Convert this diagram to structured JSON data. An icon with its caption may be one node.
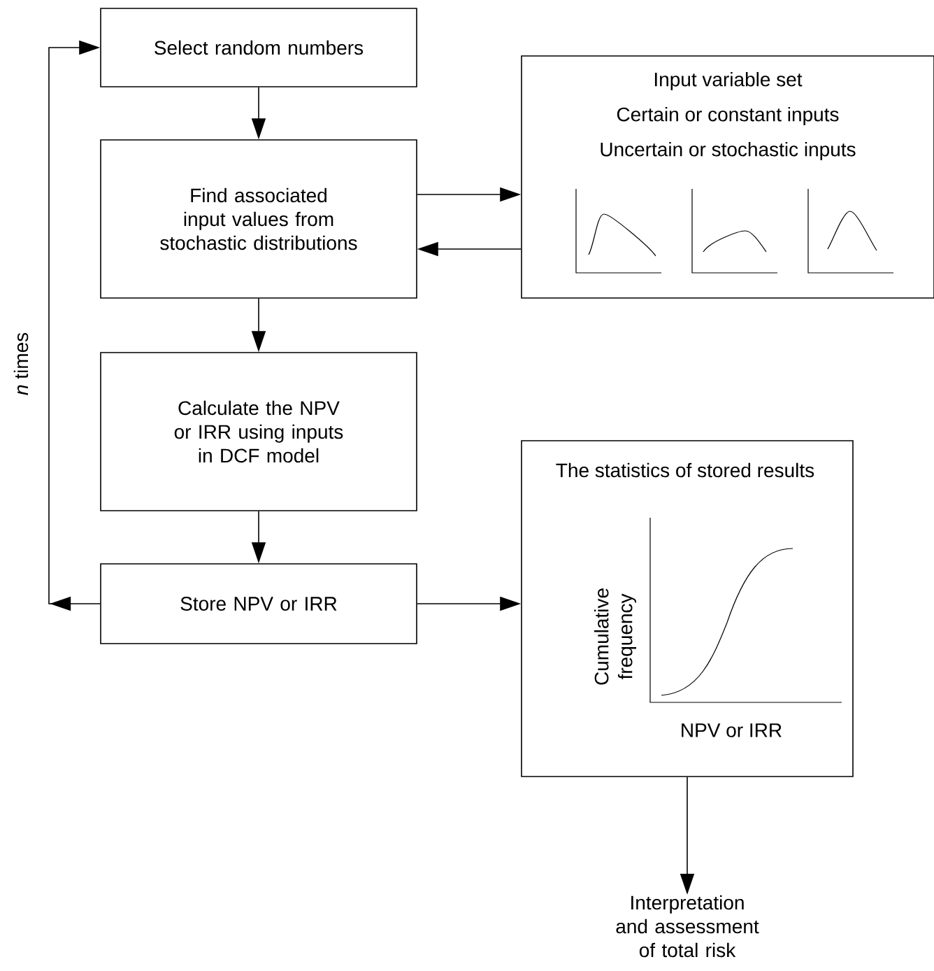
{
  "diagram": {
    "nodes": [
      {
        "text": [
          "Select random numbers"
        ]
      },
      {
        "text": [
          "Find associated input values from stochastic distributions"
        ]
      },
      {
        "text": [
          "Input variable set",
          "Certain or constant inputs",
          "Uncertain or stochastic inputs"
        ]
      },
      {
        "text": [
          "Calculate the NPV or IRR using inputs in DCF model"
        ]
      },
      {
        "text": [
          "Store NPV or IRR"
        ]
      },
      {
        "text": [
          "The statistics of stored results",
          "Cumulative frequency",
          "NPV or IRR"
        ]
      },
      {
        "text": [
          "Interpretation and assessment of total risk"
        ]
      }
    ],
    "edges": [
      {
        "from": 0,
        "to": 1,
        "arrow": "to"
      },
      {
        "from": 1,
        "to": 2,
        "arrow": "to"
      },
      {
        "from": 2,
        "to": 1,
        "arrow": "to"
      },
      {
        "from": 1,
        "to": 3,
        "arrow": "to"
      },
      {
        "from": 3,
        "to": 4,
        "arrow": "to"
      },
      {
        "from": 4,
        "to": 0,
        "arrow": "to",
        "label": "*n* times"
      },
      {
        "from": 4,
        "to": 5,
        "arrow": "to"
      },
      {
        "from": 5,
        "to": 6,
        "arrow": "to"
      }
    ]
  }
}
